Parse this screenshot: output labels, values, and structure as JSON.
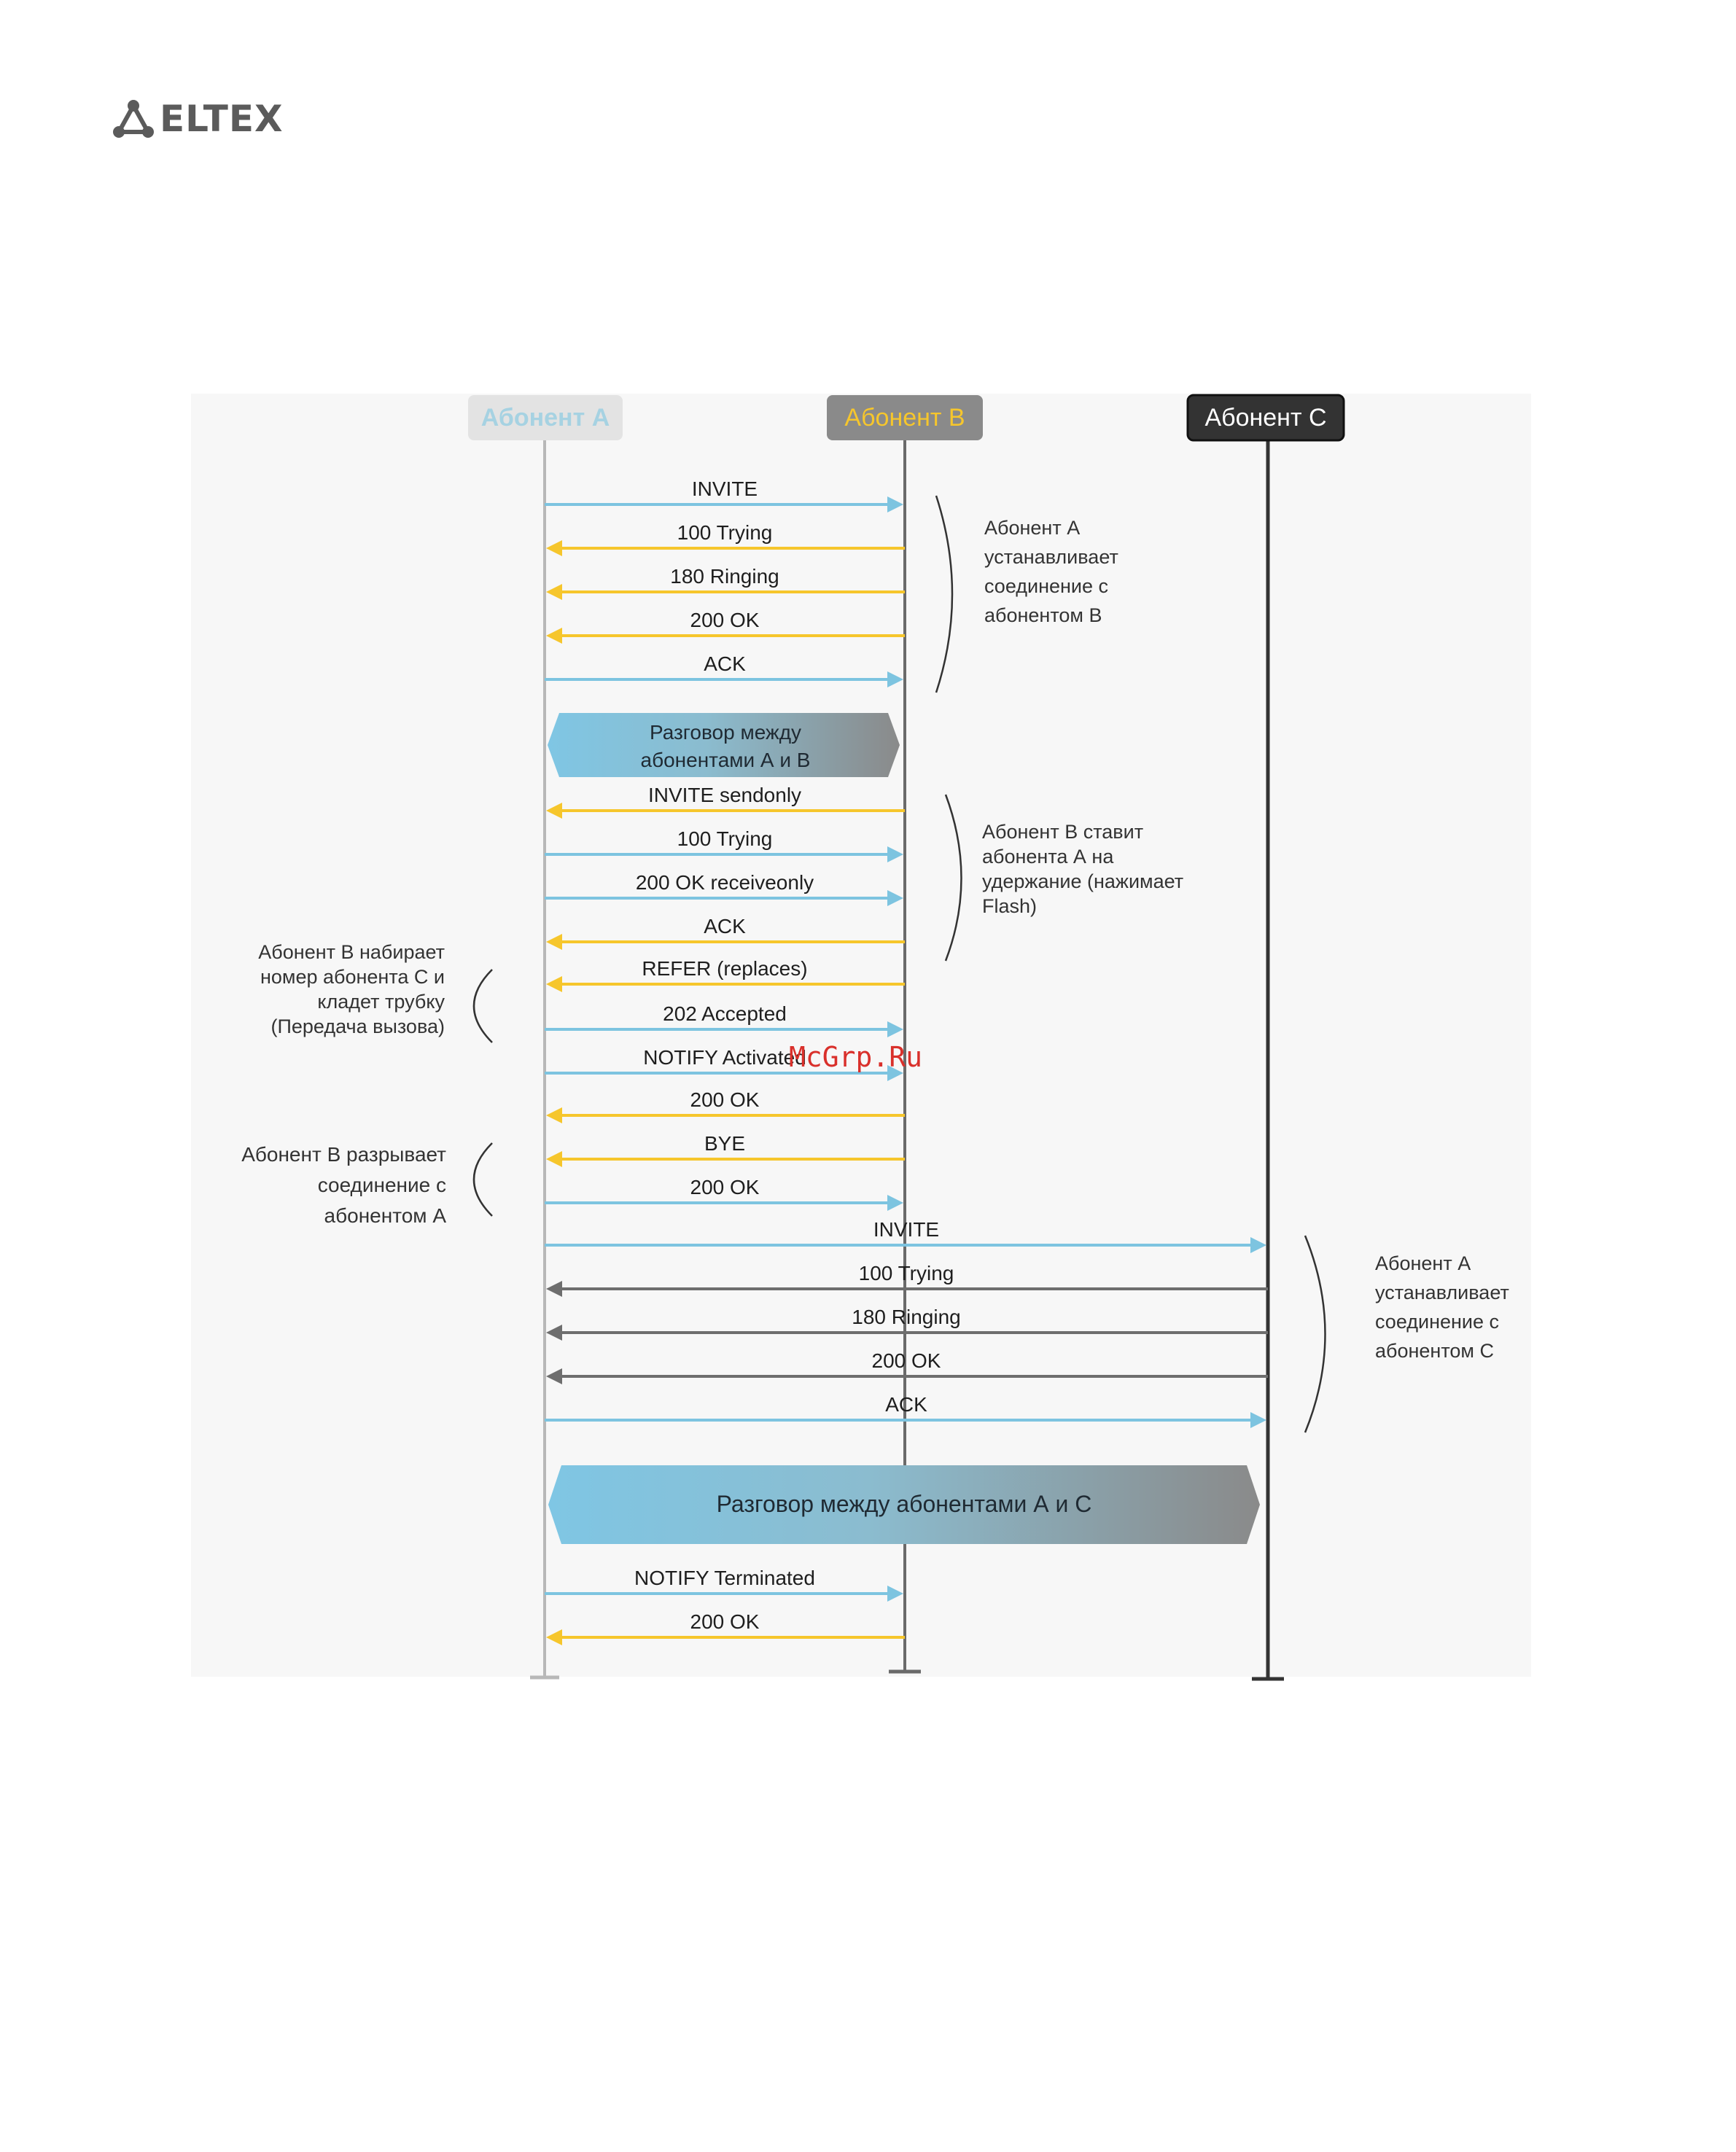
{
  "brand": {
    "name": "ELTEX"
  },
  "colors": {
    "a_to_b": "#7dc4e0",
    "b_to_a": "#f6c62c",
    "c_to_a": "#6e6e6e",
    "lifeline_a": "#b8b8b8",
    "lifeline_b": "#6a6a6a",
    "lifeline_c": "#333333"
  },
  "participants": [
    {
      "id": "A",
      "label": "Абонент А"
    },
    {
      "id": "B",
      "label": "Абонент В"
    },
    {
      "id": "C",
      "label": "Абонент С"
    }
  ],
  "messages": [
    {
      "label": "INVITE",
      "from": "A",
      "to": "B"
    },
    {
      "label": "100 Trying",
      "from": "B",
      "to": "A"
    },
    {
      "label": "180 Ringing",
      "from": "B",
      "to": "A"
    },
    {
      "label": "200 OK",
      "from": "B",
      "to": "A"
    },
    {
      "label": "ACK",
      "from": "A",
      "to": "B"
    },
    {
      "label": "INVITE sendonly",
      "from": "B",
      "to": "A"
    },
    {
      "label": "100 Trying",
      "from": "A",
      "to": "B"
    },
    {
      "label": "200 OK receiveonly",
      "from": "A",
      "to": "B"
    },
    {
      "label": "ACK",
      "from": "B",
      "to": "A"
    },
    {
      "label": "REFER (replaces)",
      "from": "B",
      "to": "A"
    },
    {
      "label": "202 Accepted",
      "from": "A",
      "to": "B"
    },
    {
      "label": "NOTIFY Activated",
      "from": "A",
      "to": "B"
    },
    {
      "label": "200 OK",
      "from": "B",
      "to": "A"
    },
    {
      "label": "BYE",
      "from": "B",
      "to": "A"
    },
    {
      "label": "200 OK",
      "from": "A",
      "to": "B"
    },
    {
      "label": "INVITE",
      "from": "A",
      "to": "C"
    },
    {
      "label": "100 Trying",
      "from": "C",
      "to": "A"
    },
    {
      "label": "180 Ringing",
      "from": "C",
      "to": "A"
    },
    {
      "label": "200 OK",
      "from": "C",
      "to": "A"
    },
    {
      "label": "ACK",
      "from": "A",
      "to": "C"
    },
    {
      "label": "NOTIFY Terminated",
      "from": "A",
      "to": "B"
    },
    {
      "label": "200 OK",
      "from": "B",
      "to": "A"
    }
  ],
  "conversations": [
    {
      "lines": [
        "Разговор между",
        "абонентами А и В"
      ]
    },
    {
      "lines": [
        "Разговор между абонентами А и С"
      ]
    }
  ],
  "notes": [
    {
      "lines": [
        "Абонент А",
        "устанавливает",
        "соединение с",
        "абонентом В"
      ]
    },
    {
      "lines": [
        "Абонент В ставит",
        "абонента А на",
        "удержание (нажимает",
        "Flash)"
      ]
    },
    {
      "lines": [
        "Абонент В набирает",
        "номер абонента С и",
        "кладет трубку",
        "(Передача вызова)"
      ]
    },
    {
      "lines": [
        "Абонент В разрывает",
        "соединение с",
        "абонентом А"
      ]
    },
    {
      "lines": [
        "Абонент А",
        "устанавливает",
        "соединение с",
        "абонентом С"
      ]
    }
  ],
  "watermark": "McGrp.Ru"
}
